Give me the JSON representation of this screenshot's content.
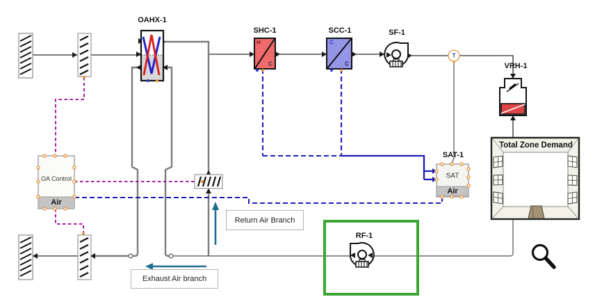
{
  "labels": {
    "oahx": "OAHX-1",
    "shc": "SHC-1",
    "scc": "SCC-1",
    "sf": "SF-1",
    "vrh": "VRH-1",
    "sat_title": "SAT-1",
    "sat_box": "SAT",
    "sat_band": "Air",
    "oa_control": "OA Control",
    "oa_band": "Air",
    "zone_title": "Total Zone Demand",
    "rf": "RF-1",
    "t_sensor": "T",
    "shc_corner_top": "H",
    "shc_corner_bottom": "C",
    "scc_corner_top": "C",
    "scc_corner_bottom": "C"
  },
  "annotations": {
    "return_air": "Return Air Branch",
    "exhaust_air": "Exhaust Air branch"
  },
  "colors": {
    "highlight_green": "#3ea635",
    "signal_purple": "#990099",
    "signal_blue": "#1c1cb8",
    "flow_teal": "#1d6d8e",
    "heating_red": "#ef6a6a",
    "cooling_blue": "#9595e8",
    "hx_red": "#dd2222",
    "hx_blue": "#2222cc",
    "port_orange": "#e8953f"
  }
}
